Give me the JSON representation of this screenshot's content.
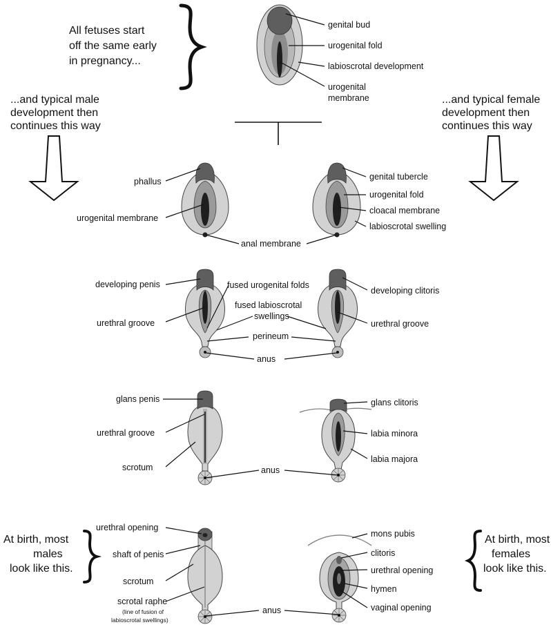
{
  "notes": {
    "intro": [
      "All fetuses start",
      "off the same early",
      "in pregnancy..."
    ],
    "male_path": [
      "...and typical male",
      "development then",
      "continues this way"
    ],
    "female_path": [
      "...and typical female",
      "development then",
      "continues this way"
    ],
    "male_birth": [
      "At birth, most",
      "males",
      "look like  this."
    ],
    "female_birth": [
      "At birth, most",
      "females",
      "look like  this."
    ]
  },
  "stage0": {
    "labels": [
      "genital bud",
      "urogenital fold",
      "labioscrotal development",
      "urogenital",
      "membrane"
    ]
  },
  "stage1": {
    "male": [
      "phallus",
      "urogenital membrane"
    ],
    "shared": "anal membrane",
    "female": [
      "genital tubercle",
      "urogenital fold",
      "cloacal membrane",
      "labioscrotal swelling"
    ]
  },
  "stage2": {
    "male": [
      "developing penis",
      "urethral groove"
    ],
    "center": [
      "fused urogenital folds",
      "fused labioscrotal",
      "swellings",
      "perineum",
      "anus"
    ],
    "female": [
      "developing clitoris",
      "urethral groove"
    ]
  },
  "stage3": {
    "male": [
      "glans penis",
      "urethral groove",
      "scrotum"
    ],
    "shared": "anus",
    "female": [
      "glans clitoris",
      "labia minora",
      "labia majora"
    ]
  },
  "stage4": {
    "male": [
      "urethral opening",
      "shaft of penis",
      "scrotum",
      "scrotal raphe",
      "(line of fusion of",
      "labioscrotal swellings)"
    ],
    "shared": "anus",
    "female": [
      "mons pubis",
      "clitoris",
      "urethral opening",
      "hymen",
      "vaginal opening"
    ]
  }
}
